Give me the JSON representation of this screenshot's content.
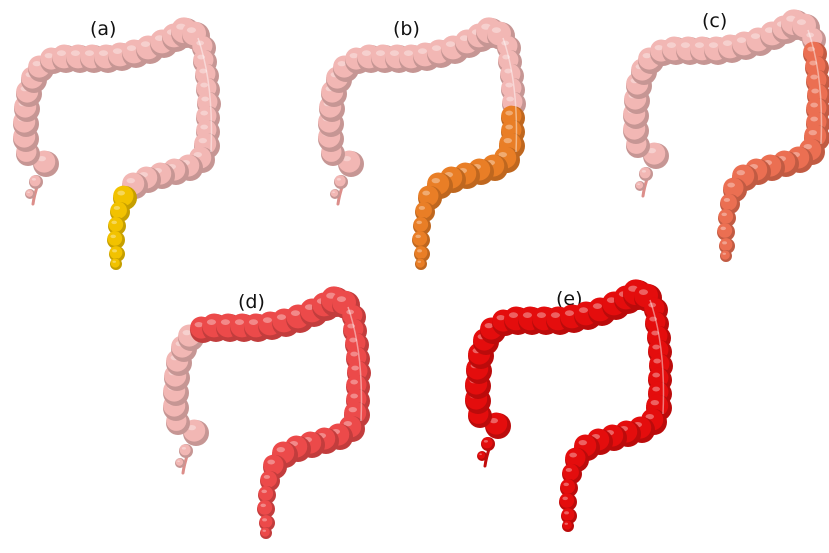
{
  "figure": {
    "panels": [
      {
        "label": "(a)",
        "extent": "sigmoid colon and rectum",
        "affected_segments": [
          "sigmoid"
        ],
        "affected_color": "#f2c200"
      },
      {
        "label": "(b)",
        "extent": "distal to mid descending colon",
        "affected_segments": [
          "sigmoid",
          "descending_lower"
        ],
        "affected_color": "#e97e26"
      },
      {
        "label": "(c)",
        "extent": "up to splenic flexure",
        "affected_segments": [
          "sigmoid",
          "descending_lower",
          "descending_upper"
        ],
        "affected_color": "#eb6f52"
      },
      {
        "label": "(d)",
        "extent": "up to hepatic flexure",
        "affected_segments": [
          "sigmoid",
          "descending_lower",
          "descending_upper",
          "splenic",
          "transverse"
        ],
        "affected_color": "#ec4a4a"
      },
      {
        "label": "(e)",
        "extent": "entire colon",
        "affected_segments": [
          "sigmoid",
          "descending_lower",
          "descending_upper",
          "splenic",
          "transverse",
          "ascending",
          "cecum"
        ],
        "affected_color": "#e40d0d"
      }
    ],
    "healthy_color": "#f2b7b4",
    "healthy_shadow": "#dc8e8a"
  }
}
